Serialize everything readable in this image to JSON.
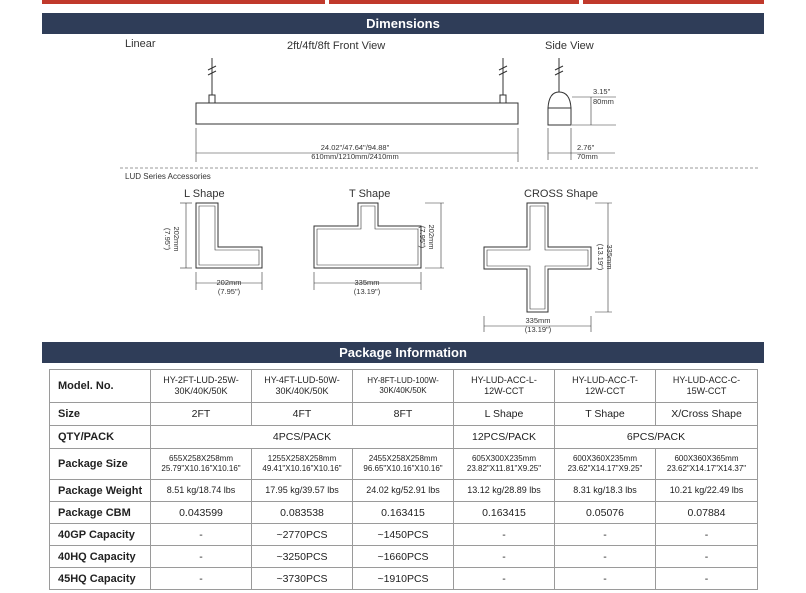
{
  "headers": {
    "dimensions": "Dimensions",
    "package": "Package Information"
  },
  "drawing": {
    "linear": "Linear",
    "front_view": "2ft/4ft/8ft  Front View",
    "side_view": "Side View",
    "length_in": "24.02\"/47.64\"/94.88\"",
    "length_mm": "610mm/1210mm/2410mm",
    "height_in": "3.15\"",
    "height_mm": "80mm",
    "width_in": "2.76\"",
    "width_mm": "70mm",
    "accessories": "LUD Series Accessories",
    "l_shape": "L  Shape",
    "t_shape": "T  Shape",
    "cross_shape": "CROSS  Shape",
    "l_v_mm": "202mm",
    "l_v_in": "(7.95\")",
    "l_h_mm": "202mm",
    "l_h_in": "(7.95\")",
    "t_v_mm": "202mm",
    "t_v_in": "(7.95\")",
    "t_h_mm": "335mm",
    "t_h_in": "(13.19\")",
    "c_v_mm": "335mm",
    "c_v_in": "(13.19\")",
    "c_h_mm": "335mm",
    "c_h_in": "(13.19\")"
  },
  "table": {
    "header": "Model. No.",
    "models": [
      [
        "HY-2FT-LUD-25W-",
        "30K/40K/50K"
      ],
      [
        "HY-4FT-LUD-50W-",
        "30K/40K/50K"
      ],
      [
        "HY-8FT-LUD-100W-",
        "30K/40K/50K"
      ],
      [
        "HY-LUD-ACC-L-",
        "12W-CCT"
      ],
      [
        "HY-LUD-ACC-T-",
        "12W-CCT"
      ],
      [
        "HY-LUD-ACC-C-",
        "15W-CCT"
      ]
    ],
    "size_label": "Size",
    "sizes": [
      "2FT",
      "4FT",
      "8FT",
      "L Shape",
      "T Shape",
      "X/Cross Shape"
    ],
    "qty_label": "QTY/PACK",
    "qty": [
      "4PCS/PACK",
      "12PCS/PACK",
      "6PCS/PACK"
    ],
    "pkg_size_label": "Package Size",
    "pkg_sizes": [
      [
        "655X258X258mm",
        "25.79\"X10.16\"X10.16\""
      ],
      [
        "1255X258X258mm",
        "49.41\"X10.16\"X10.16\""
      ],
      [
        "2455X258X258mm",
        "96.65\"X10.16\"X10.16\""
      ],
      [
        "605X300X235mm",
        "23.82\"X11.81\"X9.25\""
      ],
      [
        "600X360X235mm",
        "23.62\"X14.17\"X9.25\""
      ],
      [
        "600X360X365mm",
        "23.62\"X14.17\"X14.37\""
      ]
    ],
    "weight_label": "Package Weight",
    "weights": [
      "8.51 kg/18.74 lbs",
      "17.95 kg/39.57 lbs",
      "24.02 kg/52.91 lbs",
      "13.12 kg/28.89 lbs",
      "8.31 kg/18.3 lbs",
      "10.21 kg/22.49 lbs"
    ],
    "cbm_label": "Package CBM",
    "cbm": [
      "0.043599",
      "0.083538",
      "0.163415",
      "0.163415",
      "0.05076",
      "0.07884"
    ],
    "gp40_label": "40GP Capacity",
    "gp40": [
      "-",
      "~2770PCS",
      "~1450PCS",
      "-",
      "-",
      "-"
    ],
    "hq40_label": "40HQ Capacity",
    "hq40": [
      "-",
      "~3250PCS",
      "~1660PCS",
      "-",
      "-",
      "-"
    ],
    "hq45_label": "45HQ Capacity",
    "hq45": [
      "-",
      "~3730PCS",
      "~1910PCS",
      "-",
      "-",
      "-"
    ]
  },
  "colors": {
    "band": "#2f3d58",
    "accent": "#c0392b"
  }
}
